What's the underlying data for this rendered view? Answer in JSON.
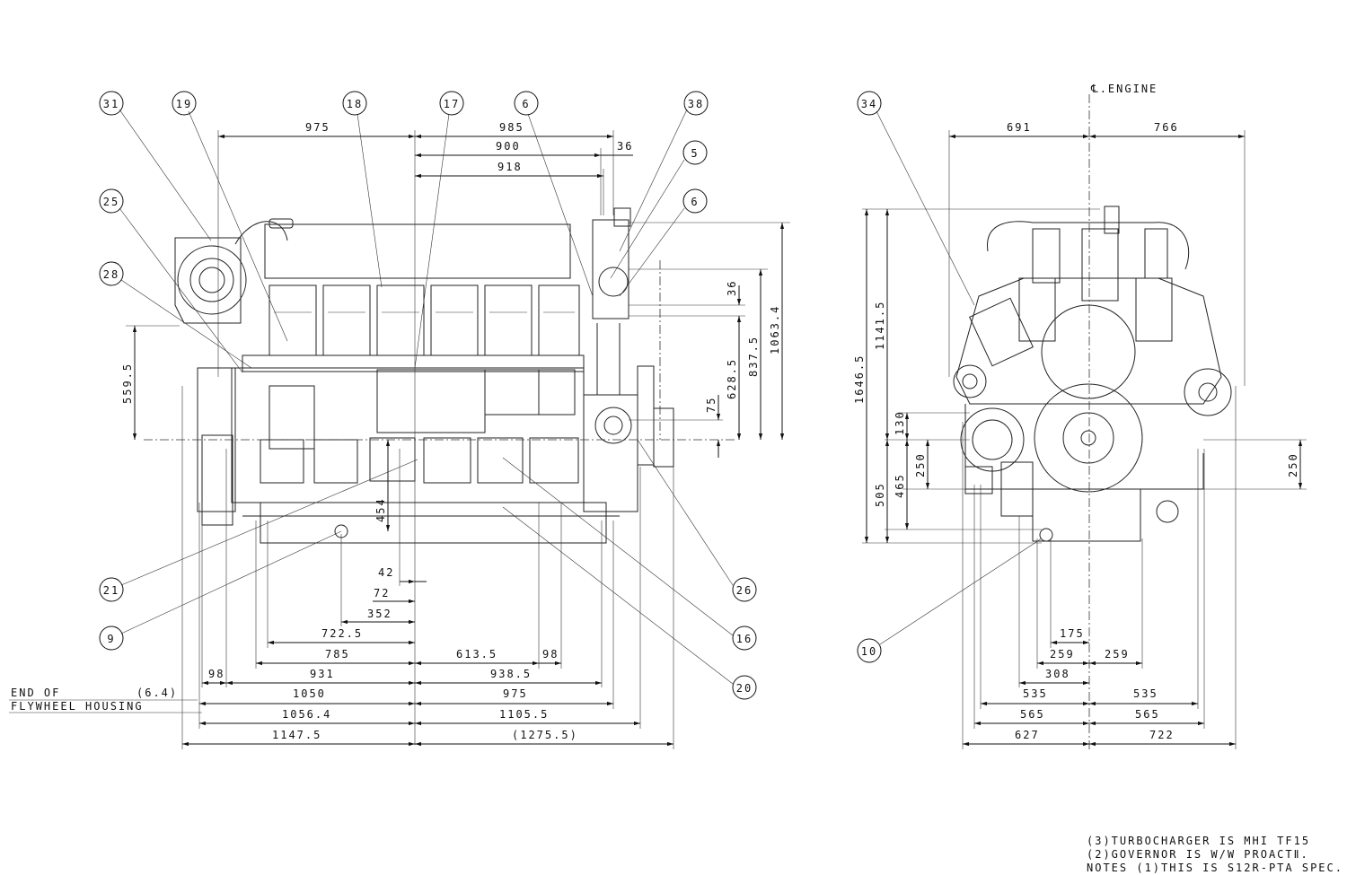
{
  "dims": [
    {
      "id": "d975a",
      "text": "975"
    },
    {
      "id": "d985",
      "text": "985"
    },
    {
      "id": "d900",
      "text": "900"
    },
    {
      "id": "d36a",
      "text": "36"
    },
    {
      "id": "d918",
      "text": "918"
    },
    {
      "id": "d691",
      "text": "691"
    },
    {
      "id": "d766",
      "text": "766"
    },
    {
      "id": "d36b",
      "text": "36"
    },
    {
      "id": "d628",
      "text": "628.5"
    },
    {
      "id": "d837",
      "text": "837.5"
    },
    {
      "id": "d1063",
      "text": "1063.4"
    },
    {
      "id": "d75",
      "text": "75"
    },
    {
      "id": "d559",
      "text": "559.5"
    },
    {
      "id": "d454",
      "text": "454"
    },
    {
      "id": "d42",
      "text": "42"
    },
    {
      "id": "d72",
      "text": "72"
    },
    {
      "id": "d352",
      "text": "352"
    },
    {
      "id": "d722",
      "text": "722.5"
    },
    {
      "id": "d785",
      "text": "785"
    },
    {
      "id": "d613",
      "text": "613.5"
    },
    {
      "id": "d98b",
      "text": "98"
    },
    {
      "id": "d98a",
      "text": "98"
    },
    {
      "id": "d931",
      "text": "931"
    },
    {
      "id": "d938",
      "text": "938.5"
    },
    {
      "id": "d64",
      "text": "(6.4)"
    },
    {
      "id": "d1050",
      "text": "1050"
    },
    {
      "id": "d975b",
      "text": "975"
    },
    {
      "id": "d1056",
      "text": "1056.4"
    },
    {
      "id": "d1105",
      "text": "1105.5"
    },
    {
      "id": "d1147",
      "text": "1147.5"
    },
    {
      "id": "d1275",
      "text": "(1275.5)"
    },
    {
      "id": "d1646",
      "text": "1646.5"
    },
    {
      "id": "d1141",
      "text": "1141.5"
    },
    {
      "id": "d130",
      "text": "130"
    },
    {
      "id": "d250a",
      "text": "250"
    },
    {
      "id": "d465",
      "text": "465"
    },
    {
      "id": "d505",
      "text": "505"
    },
    {
      "id": "d250b",
      "text": "250"
    },
    {
      "id": "d175",
      "text": "175"
    },
    {
      "id": "d259a",
      "text": "259"
    },
    {
      "id": "d259b",
      "text": "259"
    },
    {
      "id": "d308",
      "text": "308"
    },
    {
      "id": "d535a",
      "text": "535"
    },
    {
      "id": "d535b",
      "text": "535"
    },
    {
      "id": "d565a",
      "text": "565"
    },
    {
      "id": "d565b",
      "text": "565"
    },
    {
      "id": "d627",
      "text": "627"
    },
    {
      "id": "d722b",
      "text": "722"
    }
  ],
  "balloons": [
    {
      "id": "b31",
      "num": "31"
    },
    {
      "id": "b19",
      "num": "19"
    },
    {
      "id": "b18",
      "num": "18"
    },
    {
      "id": "b17",
      "num": "17"
    },
    {
      "id": "b6a",
      "num": "6"
    },
    {
      "id": "b38",
      "num": "38"
    },
    {
      "id": "b5",
      "num": "5"
    },
    {
      "id": "b6b",
      "num": "6"
    },
    {
      "id": "b25",
      "num": "25"
    },
    {
      "id": "b28",
      "num": "28"
    },
    {
      "id": "b21",
      "num": "21"
    },
    {
      "id": "b9",
      "num": "9"
    },
    {
      "id": "b26",
      "num": "26"
    },
    {
      "id": "b16",
      "num": "16"
    },
    {
      "id": "b20",
      "num": "20"
    },
    {
      "id": "b34",
      "num": "34"
    },
    {
      "id": "b10",
      "num": "10"
    }
  ],
  "labels": {
    "engine_centerline": "℄.ENGINE",
    "flywheel_line1": "END OF",
    "flywheel_line2": "FLYWHEEL HOUSING"
  },
  "notes": [
    "(3)TURBOCHARGER IS MHI TF15",
    "(2)GOVERNOR IS W/W PROACTⅡ.",
    "NOTES (1)THIS IS S12R-PTA SPEC."
  ]
}
